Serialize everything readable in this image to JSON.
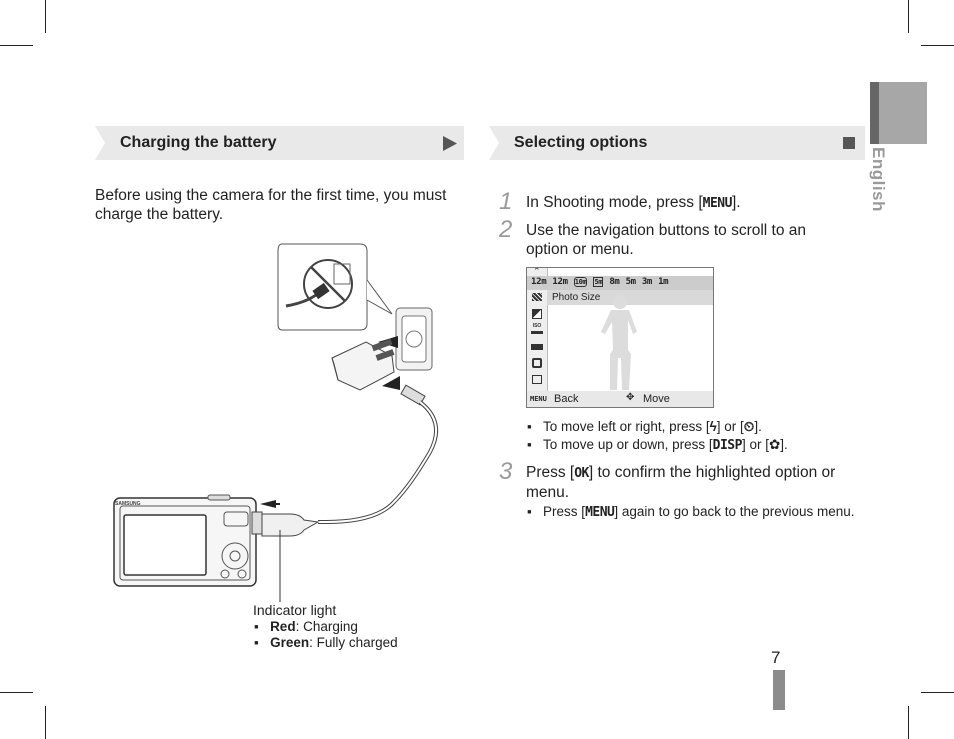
{
  "left": {
    "heading": "Charging the battery",
    "intro": "Before using the camera for the first time, you must charge the battery.",
    "indicator": {
      "title": "Indicator light",
      "items": [
        {
          "label": "Red",
          "text": ": Charging"
        },
        {
          "label": "Green",
          "text": ": Fully charged"
        }
      ]
    },
    "camera_brand": "SAMSUNG"
  },
  "right": {
    "heading": "Selecting options",
    "steps": [
      {
        "num": "1",
        "pre": "In Shooting mode, press [",
        "key": "MENU",
        "post": "]."
      },
      {
        "num": "2",
        "text": "Use the navigation buttons to scroll to an option or menu."
      },
      {
        "num": "3",
        "pre": "Press [",
        "key": "OK",
        "post": "] to confirm the highlighted option or menu."
      }
    ],
    "bullets_step2": [
      {
        "pre": "To move left or right, press [",
        "mid": "] or [",
        "post": "]."
      },
      {
        "pre": "To move up or down, press [",
        "key": "DISP",
        "mid": "] or [",
        "post": "]."
      }
    ],
    "bullet_step3": {
      "pre": "Press [",
      "key": "MENU",
      "post": "] again to go back to the previous menu."
    },
    "screen": {
      "sizes": [
        "12m",
        "12m",
        "10m",
        "5m",
        "8m",
        "5m",
        "3m",
        "1m"
      ],
      "option_label": "Photo Size",
      "back_key": "MENU",
      "back_label": "Back",
      "move_label": "Move"
    }
  },
  "sidebar": {
    "language": "English"
  },
  "page_number": "7"
}
